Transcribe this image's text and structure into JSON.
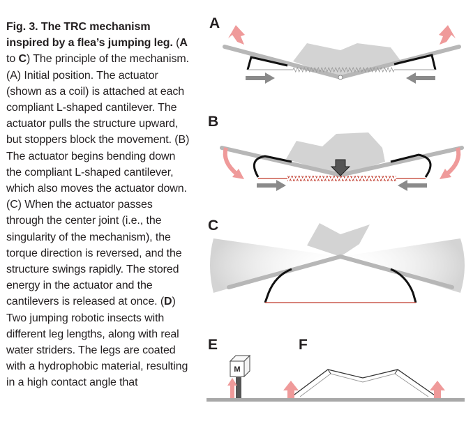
{
  "caption": {
    "fig_label": "Fig. 3.",
    "title": "The TRC mechanism inspired by a flea’s jumping leg.",
    "p1": " (",
    "b_A": "A",
    "p2": " to ",
    "b_C": "C",
    "p3": ") The principle of the mechanism. (A) Initial position. The actuator (shown as a coil) is attached at each compliant L-shaped cantilever. The actuator pulls the structure upward, but stoppers block the movement. (B) The actuator begins bending down the compliant L-shaped cantilever, which also moves the actuator down. (C) When the actuator passes through the center joint (i.e., the singularity of the mechanism), the torque direction is reversed, and the structure swings rapidly. The stored energy in the actuator and the cantilevers is released at once. (",
    "b_D": "D",
    "p4": ") Two jumping robotic insects with different leg lengths, along with real water striders. The legs are coated with a hydrophobic material, resulting in a high contact angle that"
  },
  "panels": {
    "A": "A",
    "B": "B",
    "C": "C",
    "E": "E",
    "F": "F"
  },
  "motor_label": "M",
  "colors": {
    "text": "#231f20",
    "beam": "#b9b9b9",
    "block": "#d3d3d3",
    "arrow_pink": "#ef9a9a",
    "arrow_gray": "#8a8a8a",
    "actuator_red": "#c0392b",
    "stroke_black": "#111111"
  }
}
